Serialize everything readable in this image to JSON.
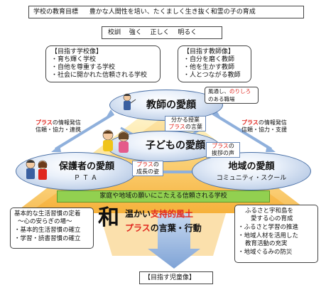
{
  "goal": {
    "label": "学校の教育目標",
    "text": "豊かな人間性を培い、たくましく生き抜く和霊の子の育成"
  },
  "motto": {
    "label": "校訓",
    "values": [
      "強く",
      "正しく",
      "明るく"
    ]
  },
  "school_vision": {
    "title": "【目指す学校像】",
    "items": [
      "育ち輝く学校",
      "自他を尊重する学校",
      "社会に開かれた信頼される学校"
    ]
  },
  "teacher_vision": {
    "title": "【目指す教師像】",
    "items": [
      "自分を磨く教師",
      "他を生かす教師",
      "人とつながる教師"
    ]
  },
  "teachers": {
    "label": "教師の愛顔"
  },
  "children": {
    "label": "子どもの愛顔"
  },
  "parents": {
    "label": "保護者の愛顔",
    "sub": "ＰＴＡ"
  },
  "community": {
    "label": "地域の愛顔",
    "sub": "コミュニティ・スクール"
  },
  "workplace": {
    "line1": "風通し、",
    "line1_red": "のりしろ",
    "line2": "のある職場"
  },
  "understandable": {
    "line1": "分かる授業",
    "red": "プラス",
    "line2": "の言葉"
  },
  "growth": {
    "red": "プラス",
    "line1": "の",
    "line2": "成長の姿"
  },
  "greeting": {
    "red": "プラス",
    "line1": "の",
    "line2": "挨拶の声"
  },
  "left_flow": {
    "red": "プラス",
    "text": "の情報発信",
    "line2": "信頼・協力・連携"
  },
  "right_flow": {
    "red": "プラス",
    "text": "の情報発信",
    "line2": "信頼・協力・支援"
  },
  "trust_bar": {
    "text": "家庭や地域の願いにこたえる信頼される学校"
  },
  "wa": {
    "char": "和",
    "line1_pre": "温かい",
    "line1_red": "支持的風土",
    "line2_red": "プラス",
    "line2_rest": "の言葉・行動"
  },
  "home_box": {
    "title": "基本的な生活習慣の定着",
    "subtitle": "～心の安らぎの場～",
    "items": [
      "基本的生活習慣の確立",
      "学習・読書習慣の確立"
    ]
  },
  "local_box": {
    "title1": "ふるさと宇和島を",
    "title2": "愛する心の育成",
    "items": [
      "ふるさと学習の推進",
      "地域人材を活用した",
      "教育活動の充実",
      "地域ぐるみの防災"
    ]
  },
  "student_vision": {
    "label": "【目指す児童像】"
  },
  "colors": {
    "accent_red": "#e0271f",
    "green_bar": "#92d050",
    "arrow_blue": "#8fb0dc",
    "ellipse": "#c3d3ea",
    "sun_orange": "#f5a623"
  }
}
